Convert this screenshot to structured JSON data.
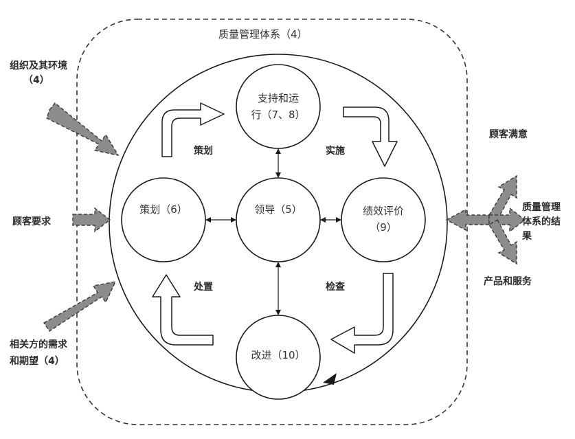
{
  "system_title": "质量管理体系（4）",
  "inputs": {
    "organization_context": [
      "组织及其环境",
      "（4）"
    ],
    "customer_requirements": "顾客要求",
    "interested_parties": [
      "相关方的需求",
      "和期望（4）"
    ]
  },
  "outputs": {
    "customer_satisfaction": "顾客满意",
    "qms_results": [
      "质量管理",
      "体系的结",
      "果"
    ],
    "products_services": "产品和服务"
  },
  "cycle_labels": {
    "plan": "策划",
    "do": "实施",
    "check": "检查",
    "act": "处置"
  },
  "nodes": {
    "support_operation": [
      "支持和运",
      "行（7、8）"
    ],
    "planning": "策划（6）",
    "leadership": "领导（5）",
    "performance": [
      "绩效评价",
      "（9）"
    ],
    "improvement": "改进（10）"
  },
  "colors": {
    "line": "#1a1a1a",
    "arrow_fill": "#8c8c8c",
    "arrow_stroke": "#3a3a3a",
    "background": "#ffffff"
  }
}
